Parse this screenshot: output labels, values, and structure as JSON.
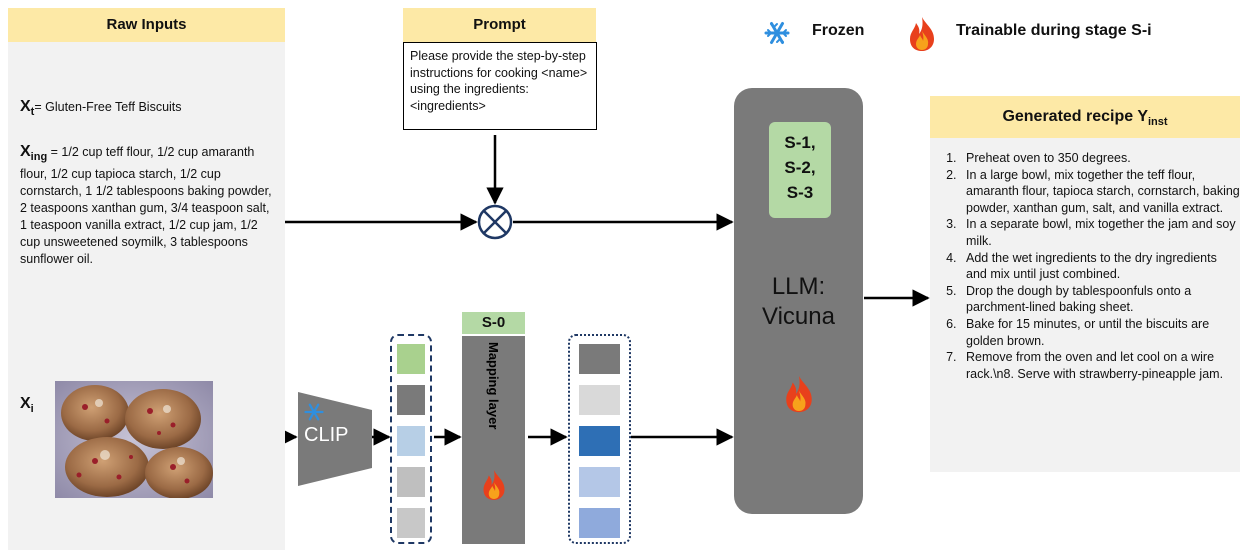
{
  "raw_inputs": {
    "title": "Raw Inputs",
    "xt_symbol": "X",
    "xt_sub": "t",
    "xt_text": "= Gluten-Free Teff Biscuits",
    "xing_symbol": "X",
    "xing_sub": "ing",
    "xing_text": " = 1/2 cup teff flour, 1/2 cup amaranth flour, 1/2 cup tapioca starch, 1/2 cup cornstarch, 1 1/2 tablespoons baking powder, 2 teaspoons xanthan gum, 3/4 teaspoon salt, 1 teaspoon vanilla extract, 1/2 cup jam, 1/2 cup unsweetened soymilk, 3 tablespoons sunflower oil.",
    "xi_symbol": "X",
    "xi_sub": "i"
  },
  "prompt": {
    "title": "Prompt",
    "text": "Please provide the step-by-step instructions for cooking <name> using the ingredients: <ingredients>"
  },
  "legend": {
    "frozen_label": "Frozen",
    "trainable_label": "Trainable during stage S-i"
  },
  "clip": {
    "label": "CLIP"
  },
  "mapping": {
    "stage": "S-0",
    "label": "Mapping layer"
  },
  "llm": {
    "stages": [
      "S-1,",
      "S-2,",
      "S-3"
    ],
    "label_line1": "LLM:",
    "label_line2": "Vicuna"
  },
  "output": {
    "title": "Generated recipe Y",
    "title_sub": "inst",
    "steps": [
      "Preheat oven to 350 degrees.",
      "In a large bowl, mix together the teff flour, amaranth flour, tapioca starch, cornstarch, baking powder, xanthan gum, salt, and vanilla extract.",
      "In a separate bowl, mix together the jam and soy milk.",
      "Add the wet ingredients to the dry ingredients and mix until just combined.",
      "Drop the dough by tablespoonfuls onto a parchment-lined baking sheet.",
      "Bake for 15 minutes, or until the biscuits are golden brown.",
      "Remove from the oven and let cool on a wire rack.\\n8. Serve with strawberry-pineapple jam."
    ]
  },
  "colors": {
    "header": "#fde9a6",
    "panel": "#f2f2f2",
    "frozen": "#2f8fdf",
    "flame_outer": "#e8401c",
    "flame_inner": "#f7a21b",
    "block_gray": "#7a7a7a",
    "stage_green": "#b4d9a5",
    "emb_left": [
      "#a9d18e",
      "#7a7a7a",
      "#b7cfe6",
      "#bfbfbf",
      "#c8c8c8"
    ],
    "emb_right": [
      "#7a7a7a",
      "#d9d9d9",
      "#2e6fb5",
      "#b4c7e7",
      "#8faadc"
    ]
  }
}
